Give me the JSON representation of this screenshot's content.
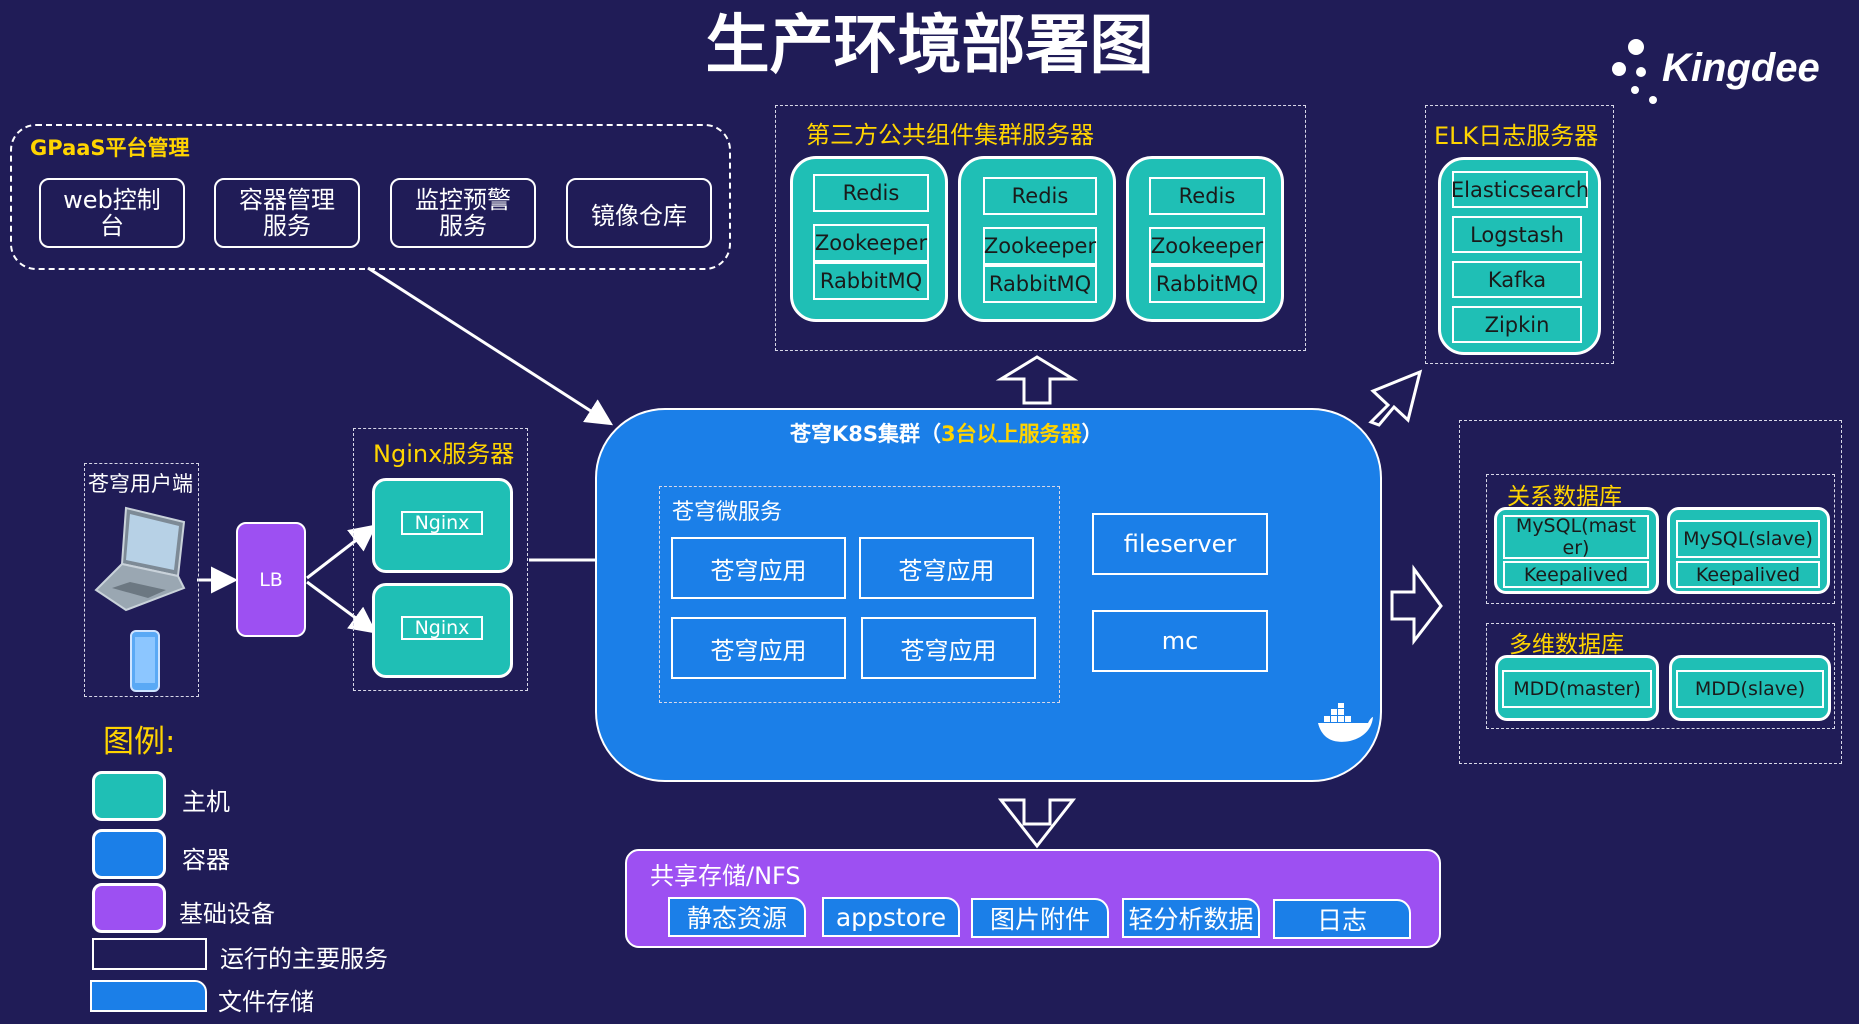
{
  "title": "生产环境部署图",
  "logo": "Kingdee",
  "gpaas": {
    "label": "GPaaS平台管理",
    "items": [
      "web控制台",
      "容器管理服务",
      "监控预警服务",
      "镜像仓库"
    ]
  },
  "third_party": {
    "label": "第三方公共组件集群服务器",
    "host": [
      "Redis",
      "Zookeeper",
      "RabbitMQ"
    ]
  },
  "elk": {
    "label": "ELK日志服务器",
    "items": [
      "Elasticsearch",
      "Logstash",
      "Kafka",
      "Zipkin"
    ]
  },
  "client": {
    "label": "苍穹用户端"
  },
  "lb": "LB",
  "nginx": {
    "label": "Nginx服务器",
    "item": "Nginx"
  },
  "k8s": {
    "label_a": "苍穹K8S集群（",
    "label_b": "3台以上服务器",
    "label_c": "）",
    "micro_label": "苍穹微服务",
    "app": "苍穹应用",
    "fileserver": "fileserver",
    "mc": "mc"
  },
  "db": {
    "rel_label": "关系数据库",
    "mysql_master": "MySQL(master)",
    "mysql_slave": "MySQL(slave)",
    "keepalived": "Keepalived",
    "multi_label": "多维数据库",
    "mdd_master": "MDD(master)",
    "mdd_slave": "MDD(slave)"
  },
  "nfs": {
    "label": "共享存储/NFS",
    "items": [
      "静态资源",
      "appstore",
      "图片附件",
      "轻分析数据",
      "日志"
    ]
  },
  "legend": {
    "title": "图例:",
    "host": "主机",
    "container": "容器",
    "infra": "基础设备",
    "service": "运行的主要服务",
    "file": "文件存储"
  },
  "colors": {
    "background": "#201c57",
    "host": "#1fbfb5",
    "container": "#1b7fe8",
    "infra": "#9d50f2",
    "accent": "#ffd400"
  }
}
